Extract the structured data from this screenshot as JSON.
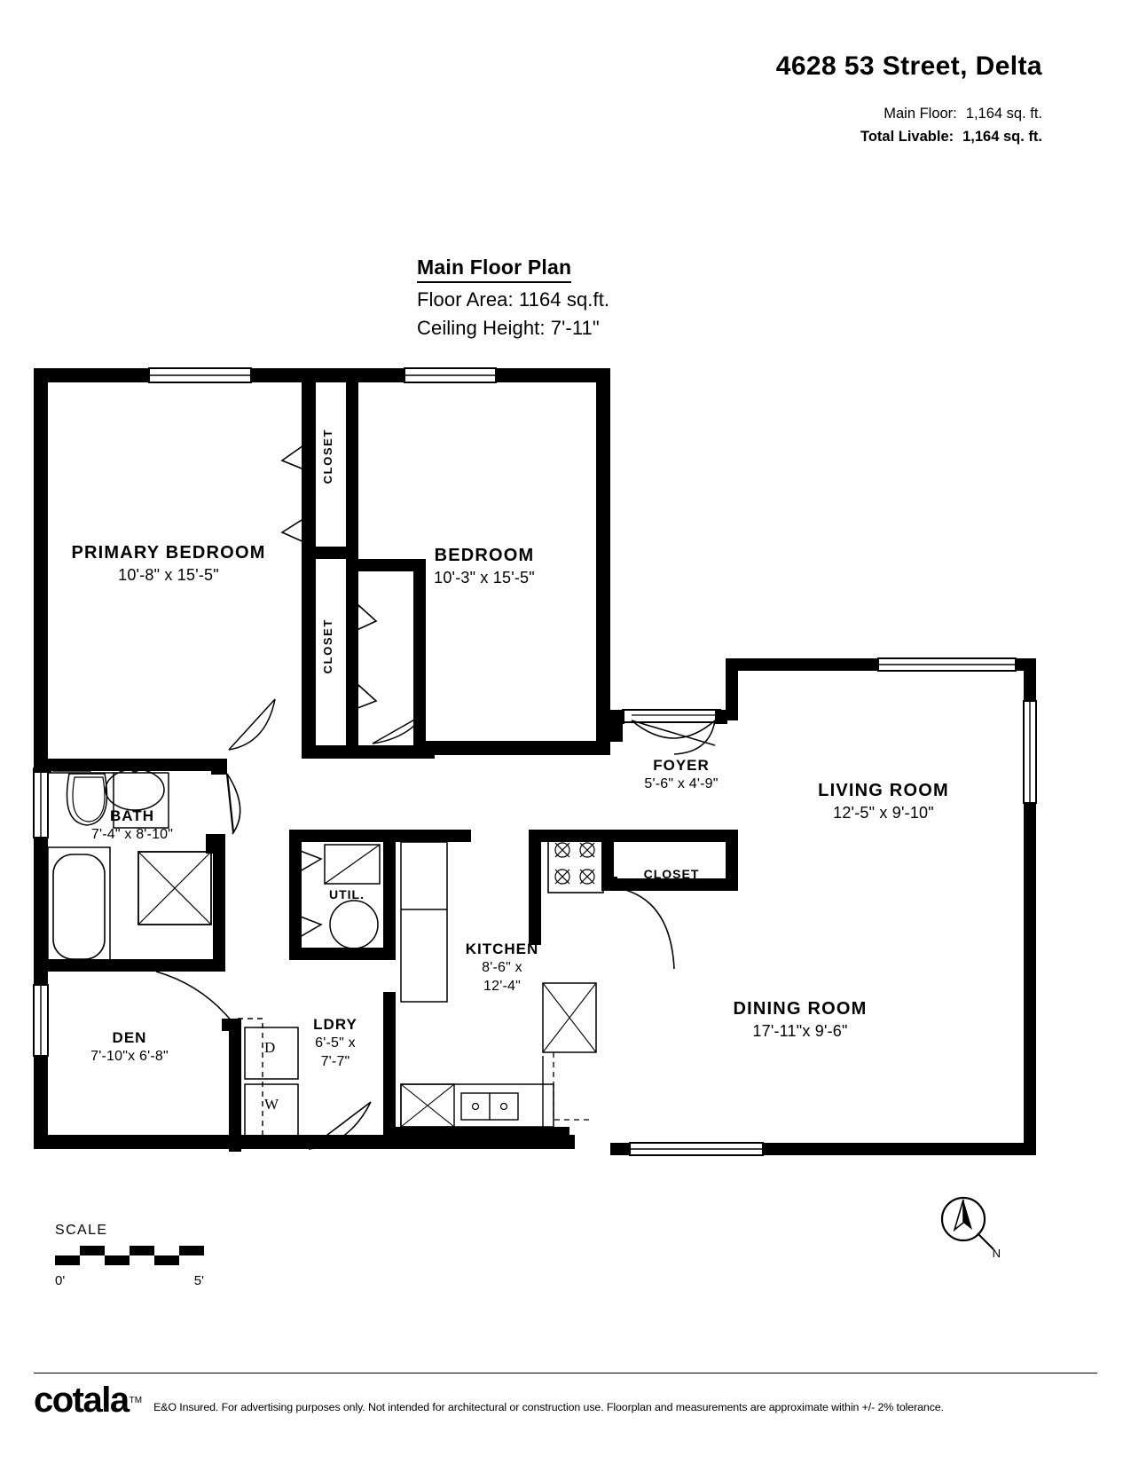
{
  "header": {
    "address": "4628 53 Street, Delta",
    "main_floor_label": "Main Floor:",
    "main_floor_value": "1,164 sq. ft.",
    "total_livable_label": "Total Livable:",
    "total_livable_value": "1,164 sq. ft."
  },
  "titleblock": {
    "title": "Main Floor Plan",
    "floor_area": "Floor Area: 1164 sq.ft.",
    "ceiling_height": "Ceiling Height: 7'-11\""
  },
  "rooms": [
    {
      "name": "PRIMARY BEDROOM",
      "dim": "10'-8\" x 15'-5\""
    },
    {
      "name": "BEDROOM",
      "dim": "10'-3\" x 15'-5\""
    },
    {
      "name": "BATH",
      "dim": "7'-4\"  x 8'-10\""
    },
    {
      "name": "DEN",
      "dim": "7'-10\"x  6'-8\""
    },
    {
      "name": "LDRY",
      "dim": "6'-5\" x\n7'-7\""
    },
    {
      "name": "KITCHEN",
      "dim": "8'-6\" x\n12'-4\""
    },
    {
      "name": "FOYER",
      "dim": "5'-6\"  x  4'-9\""
    },
    {
      "name": "LIVING ROOM",
      "dim": "12'-5\" x 9'-10\""
    },
    {
      "name": "DINING ROOM",
      "dim": "17'-11\"x 9'-6\""
    }
  ],
  "room_labels": {
    "primary_bedroom_name": "PRIMARY BEDROOM",
    "primary_bedroom_dim": "10'-8\" x 15'-5\"",
    "bedroom_name": "BEDROOM",
    "bedroom_dim": "10'-3\" x 15'-5\"",
    "bath_name": "BATH",
    "bath_dim": "7'-4\"  x 8'-10\"",
    "den_name": "DEN",
    "den_dim": "7'-10\"x  6'-8\"",
    "ldry_name": "LDRY",
    "ldry_dim_1": "6'-5\" x",
    "ldry_dim_2": "7'-7\"",
    "kitchen_name": "KITCHEN",
    "kitchen_dim_1": "8'-6\" x",
    "kitchen_dim_2": "12'-4\"",
    "foyer_name": "FOYER",
    "foyer_dim": "5'-6\"  x  4'-9\"",
    "living_name": "LIVING ROOM",
    "living_dim": "12'-5\" x 9'-10\"",
    "dining_name": "DINING ROOM",
    "dining_dim": "17'-11\"x 9'-6\"",
    "closet_vertical_1": "CLOSET",
    "closet_vertical_2": "CLOSET",
    "closet_horizontal": "CLOSET",
    "util": "UTIL.",
    "dryer": "D",
    "washer": "W"
  },
  "scale": {
    "word": "SCALE",
    "start": "0'",
    "end": "5'"
  },
  "compass": {
    "north_letter": "N"
  },
  "footer": {
    "brand": "cotala",
    "trademark": "TM",
    "disclaimer": "E&O Insured. For advertising purposes only. Not intended for architectural or construction use. Floorplan and measurements are approximate within +/- 2% tolerance."
  },
  "colors": {
    "wall": "#000000",
    "background": "#ffffff",
    "text": "#000000"
  }
}
